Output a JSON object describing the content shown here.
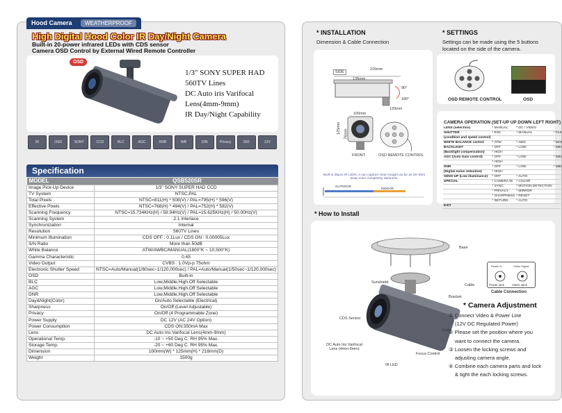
{
  "header": {
    "tab_label": "Hood Camera",
    "tab_badge": "WEATHERPROOF",
    "title": "High Digital Hood Color IR Day/Night Camera",
    "subtitle_1": "Built-in 20-power infrared LEDs with CDS sensor",
    "subtitle_2": "Camera OSD Control by External Wired Remote Controller"
  },
  "product": {
    "osd_badge": "OSD",
    "features": [
      "1/3\" SONY SUPER HAD",
      "560TV Lines",
      "DC Auto iris Varifocal",
      "Lens(4mm-9mm)",
      "IR Day/Night Capability"
    ]
  },
  "icons": [
    "IR",
    "OSD",
    "SONY",
    "CCD",
    "BLC",
    "AGC",
    "DNR",
    "WB",
    "D/N",
    "Privacy",
    "560",
    "12V"
  ],
  "spec": {
    "header": "Specification",
    "col_model": "MODEL",
    "col_value": "QSB520SR",
    "rows": [
      [
        "Image Pick-Up Device",
        "1/3\" SONY SUPER HAD CCD"
      ],
      [
        "TV System",
        "NTSC,PAL"
      ],
      [
        "Total Pixels",
        "NTSC=811(H) * 508(V) / PAL=795(H) * 596(V)"
      ],
      [
        "Effective Pixels",
        "NTSC=768(H) * 494(V) / PAL=752(H) * 582(V)"
      ],
      [
        "Scanning Frequency",
        "NTSC=15.734KHz(H) / 59.94Hz(V) / PAL=15.625KHz(H) / 50.00Hz(V)"
      ],
      [
        "Scanning System",
        "2:1 Interlace"
      ],
      [
        "Synchronization",
        "Internal"
      ],
      [
        "Resolution",
        "560TV Lines"
      ],
      [
        "Minimum Illumination",
        "CDS OFF : 0.1Lux / CDS ON : 0.00005Lux"
      ],
      [
        "S/N Ratio",
        "More than 50dB"
      ],
      [
        "White Balance",
        "ATW/AWBC/MANUAL(1800°K ~ 10,500°K)"
      ],
      [
        "Gamma Characteristic",
        "0.45"
      ],
      [
        "Video Output",
        "CVBS : 1.0Vp-p 75ohm"
      ],
      [
        "Electronic Shutter Speed",
        "NTSC=Auto/Manual(1/60sec~1/120,000sec) / PAL=Auto/Manual(1/50sec~1/120,000sec)"
      ],
      [
        "OSD",
        "Built-in"
      ],
      [
        "BLC",
        "Low,Middle,High,Off Selectable"
      ],
      [
        "AGC",
        "Low,Middle,High,Off Selectable"
      ],
      [
        "DNR",
        "Low,Middle,High,Off Selectable"
      ],
      [
        "Day&Night(Color)",
        "On/Auto Selectable (Electrical)"
      ],
      [
        "Sharpness",
        "On/Off (Level Adjustable)"
      ],
      [
        "Privacy",
        "On/Off (4 Programmable Zone)"
      ],
      [
        "Power Supply",
        "DC 12V (AC 24V Option)"
      ],
      [
        "Power Consumption",
        "CDS ON:350mA Max"
      ],
      [
        "Lens",
        "DC Auto Iris Varifocal Lens(4mm-9mm)"
      ],
      [
        "Operational Temp.",
        "-10 ~ +50 Deg C. RH 95% Max."
      ],
      [
        "Storage Temp.",
        "-20 ~ +60 Deg C. RH 95% Max."
      ],
      [
        "Dimension",
        "100mm(W) * 125mm(H) * 218mm(D)"
      ],
      [
        "Weight",
        "1500g"
      ]
    ]
  },
  "installation": {
    "title": "* INSTALLATION",
    "subtitle": "Dimension & Cable Connection",
    "labels": {
      "side": "SIDE",
      "front": "FRONT",
      "remote": "OSD REMOTE CONTROL",
      "w216": "216mm",
      "w135": "135mm",
      "w120": "120mm",
      "w100": "100mm",
      "h125": "125mm",
      "h76": "76mm",
      "deg90": "90°",
      "deg180": "180°",
      "ir_note": "Built-in 35pcs IR LEDs, it can capture clear images as far as 30~50m away even completely darkness.",
      "outdoor": "OUTDOOR",
      "indoor": "INDOOR"
    }
  },
  "settings": {
    "title": "* SETTINGS",
    "desc": "Settings can be made using the 5 buttons located on the side of the camera.",
    "remote_label": "OSD REMOTE CONTROL",
    "osd_label": "OSD",
    "op_title": "CAMERA OPERATION",
    "op_keys": "SET-UP UP DOWN LEFT RIGHT",
    "op_rows": [
      [
        "LENS (selection)",
        "* MANUAL",
        "* DC / VIDEO",
        ""
      ],
      [
        "SHUTTER",
        "* ESC",
        "* MANUAL",
        "* FLK"
      ],
      [
        "(condition and speed control)",
        "",
        "",
        ""
      ],
      [
        "WHITE BALANCE control",
        "* ATW",
        "* AWC",
        "* MANUAL"
      ],
      [
        "BACKLIGHT",
        "* OFF",
        "* LOW",
        "* MIDDLE"
      ],
      [
        "(Backlight compensation)",
        "* HIGH",
        "",
        ""
      ],
      [
        "AGC (Auto Gain control)",
        "* OFF",
        "* LOW",
        "* MIDDLE"
      ],
      [
        "",
        "* HIGH",
        "",
        ""
      ],
      [
        "DNR",
        "* OFF",
        "* LOW",
        "* MIDDLE"
      ],
      [
        "(Digital noise reduction)",
        "* HIGH",
        "",
        ""
      ],
      [
        "SENS-UP (Low illuminance)",
        "* OFF",
        "* AUTO",
        ""
      ],
      [
        "SPECIAL",
        "* CAMERA ID",
        "* COLOR",
        ""
      ],
      [
        "",
        "* SYNC",
        "* MOTION DETECTION",
        ""
      ],
      [
        "",
        "* PRIVACY",
        "* MIRROR",
        ""
      ],
      [
        "",
        "* SHARPNESS",
        "* RESET",
        ""
      ],
      [
        "",
        "* RETURN",
        "* AUTO",
        ""
      ],
      [
        "EXIT",
        "",
        "",
        ""
      ]
    ]
  },
  "how_to": {
    "title": "* How to Install",
    "labels": {
      "base": "Base",
      "sunshield": "Sunshield",
      "cable": "Cable",
      "bracket": "Bracket",
      "cds": "CDS Sensor",
      "case": "Case",
      "lens": "DC Auto Iris Varifocal Lens (4mm-9mm)",
      "focus": "Focus Control",
      "irled": "IR LED",
      "power_jack": "Power jack",
      "video_jack": "Video Jack",
      "power_in": "Power In",
      "video_signal": "Video Signal",
      "cable_conn": "Cable Connection"
    }
  },
  "adjustment": {
    "title": "* Camera Adjustment",
    "steps": [
      "① Connect Video & Power Line",
      "(12V DC Regulated Power)",
      "② Please set the position where you",
      "want to connect the camera.",
      "③ Loosen the locking screws and",
      "adjusting camera angle.",
      "④ Combine each camera parts and lock",
      "& tight the each locking screws."
    ]
  }
}
